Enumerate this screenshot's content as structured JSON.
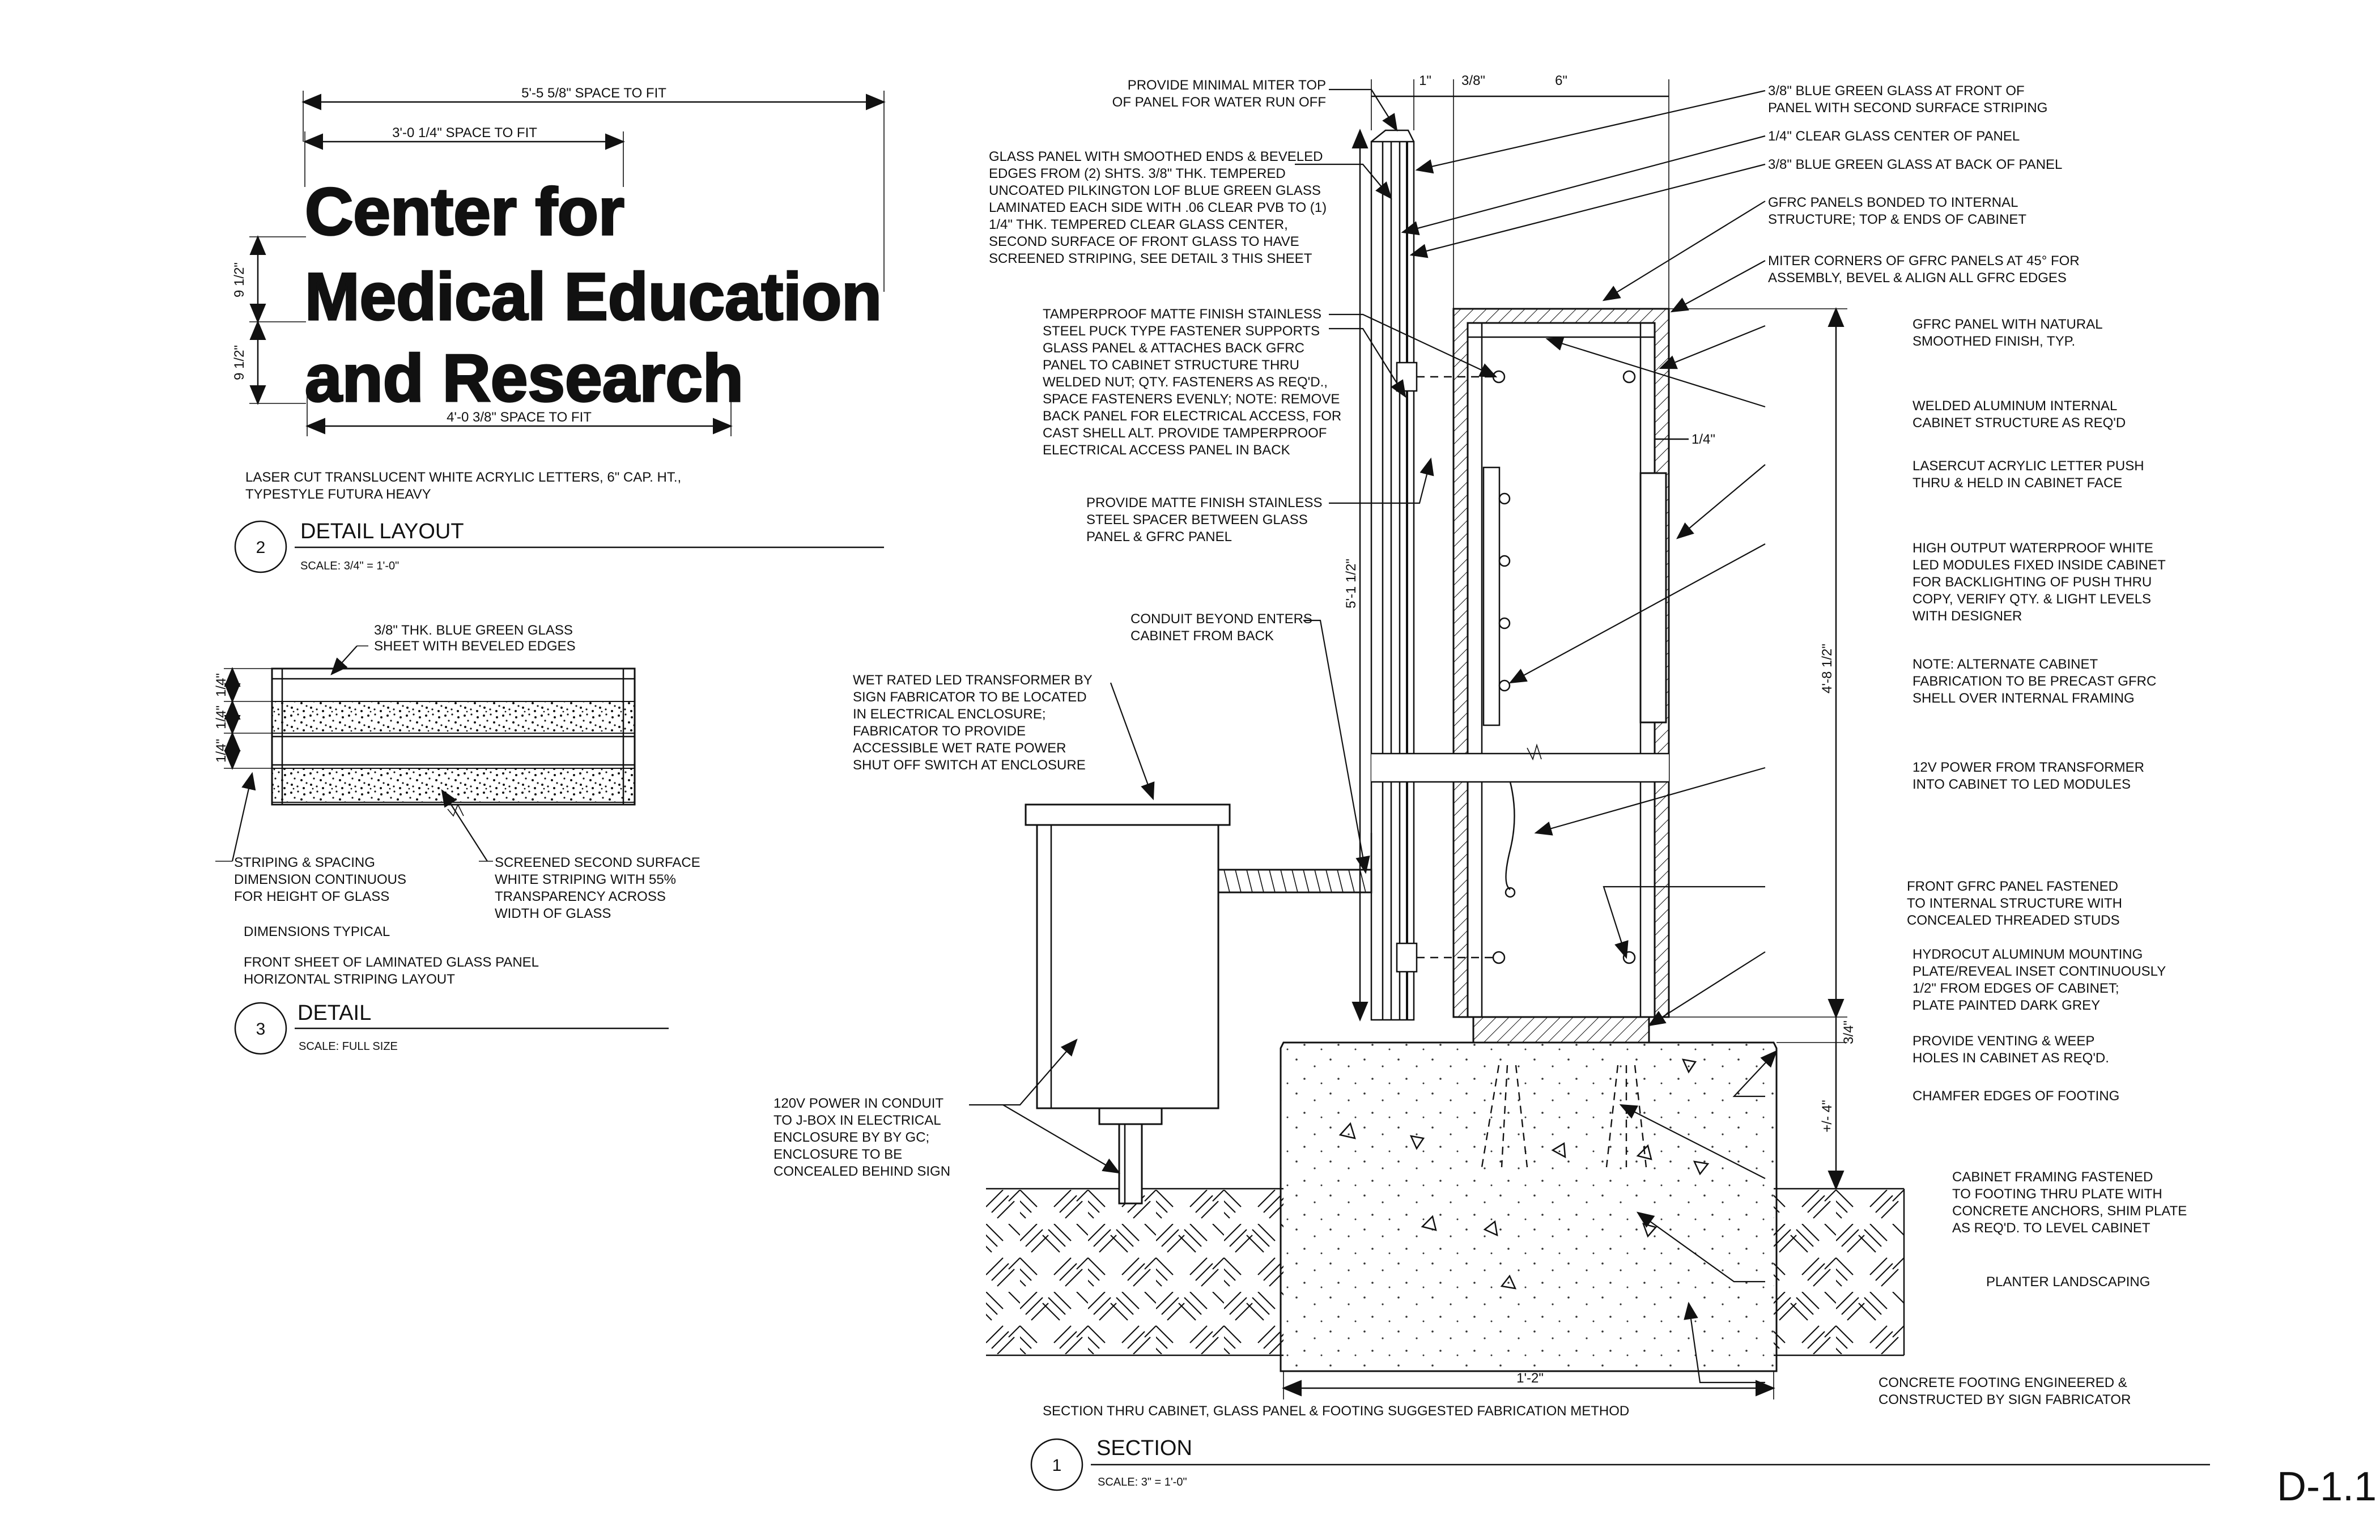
{
  "sheet_id": "D-1.1",
  "detail2": {
    "big_lines": [
      "Center for",
      "Medical Education",
      "and Research"
    ],
    "dims": {
      "overall": "5'-5 5/8\" SPACE TO FIT",
      "line1": "3'-0 1/4\" SPACE TO FIT",
      "line3": "4'-0 3/8\" SPACE TO FIT",
      "v1": "9 1/2\"",
      "v2": "9 1/2\""
    },
    "note_lines": [
      "LASER CUT TRANSLUCENT WHITE ACRYLIC LETTERS, 6\"  CAP. HT.,",
      "TYPESTYLE FUTURA HEAVY"
    ],
    "number": "2",
    "title": "DETAIL LAYOUT",
    "scale": "SCALE: 3/4\" = 1'-0\""
  },
  "detail3": {
    "glass_note": [
      "3/8\" THK. BLUE GREEN GLASS",
      "SHEET WITH BEVELED EDGES"
    ],
    "dims": [
      "1/4\"",
      "1/4\"",
      "1/4\""
    ],
    "striping_note": [
      "STRIPING & SPACING",
      "DIMENSION CONTINUOUS",
      "FOR HEIGHT OF GLASS"
    ],
    "screened_note": [
      "SCREENED SECOND SURFACE",
      "WHITE STRIPING WITH 55%",
      "TRANSPARENCY ACROSS",
      "WIDTH OF GLASS"
    ],
    "typical": "DIMENSIONS TYPICAL",
    "layout_note": [
      "FRONT SHEET OF LAMINATED GLASS PANEL",
      "HORIZONTAL STRIPING LAYOUT"
    ],
    "number": "3",
    "title": "DETAIL",
    "scale": "SCALE: FULL SIZE"
  },
  "detail1": {
    "number": "1",
    "title": "SECTION",
    "scale": "SCALE: 3\" = 1'-0\"",
    "caption": "SECTION THRU CABINET, GLASS PANEL & FOOTING    SUGGESTED FABRICATION METHOD",
    "dims": {
      "d1": "1\"",
      "d38": "3/8\"",
      "d6": "6\"",
      "d514": "1/4\"",
      "h51": "5'-1 1/2\"",
      "h48": "4'-8 1/2\"",
      "h34": "3/4\"",
      "h4": "+/- 4\"",
      "w12": "1'-2\""
    },
    "left_notes": {
      "miter": [
        "PROVIDE MINIMAL MITER TOP",
        "OF PANEL FOR WATER RUN OFF"
      ],
      "glass_panel": [
        "GLASS PANEL WITH SMOOTHED ENDS & BEVELED",
        "EDGES FROM (2) SHTS. 3/8\" THK. TEMPERED",
        "UNCOATED PILKINGTON LOF BLUE GREEN GLASS",
        "LAMINATED EACH SIDE WITH .06 CLEAR PVB TO (1)",
        "1/4\" THK. TEMPERED CLEAR GLASS CENTER,",
        "SECOND SURFACE OF FRONT GLASS TO HAVE",
        "SCREENED STRIPING, SEE DETAIL 3 THIS SHEET"
      ],
      "fastener": [
        "TAMPERPROOF MATTE FINISH STAINLESS",
        "STEEL PUCK TYPE FASTENER SUPPORTS",
        "GLASS PANEL & ATTACHES BACK GFRC",
        "PANEL TO CABINET STRUCTURE THRU",
        "WELDED NUT; QTY. FASTENERS AS REQ'D.,",
        "SPACE FASTENERS EVENLY; NOTE: REMOVE",
        "BACK PANEL FOR ELECTRICAL ACCESS, FOR",
        "CAST SHELL ALT. PROVIDE TAMPERPROOF",
        "ELECTRICAL ACCESS PANEL IN BACK"
      ],
      "spacer": [
        "PROVIDE MATTE FINISH STAINLESS",
        "STEEL SPACER BETWEEN GLASS",
        "PANEL & GFRC PANEL"
      ],
      "conduit": [
        "CONDUIT BEYOND ENTERS",
        "CABINET FROM BACK"
      ],
      "transformer": [
        "WET RATED LED TRANSFORMER BY",
        "SIGN FABRICATOR TO BE LOCATED",
        "IN ELECTRICAL ENCLOSURE;",
        "FABRICATOR TO PROVIDE",
        "ACCESSIBLE WET RATE POWER",
        "SHUT OFF SWITCH AT ENCLOSURE"
      ],
      "power120": [
        "120V POWER IN CONDUIT",
        "TO J-BOX IN ELECTRICAL",
        "ENCLOSURE BY BY GC;",
        "ENCLOSURE TO BE",
        "CONCEALED BEHIND SIGN"
      ]
    },
    "right_notes": {
      "front_glass": [
        "3/8\" BLUE GREEN GLASS AT FRONT OF",
        "PANEL WITH SECOND SURFACE STRIPING"
      ],
      "clear_glass": [
        "1/4\" CLEAR GLASS CENTER OF PANEL"
      ],
      "back_glass": [
        "3/8\" BLUE GREEN GLASS AT BACK OF PANEL"
      ],
      "gfrc_bonded": [
        "GFRC PANELS BONDED TO INTERNAL",
        "STRUCTURE; TOP & ENDS OF CABINET"
      ],
      "miter_corners": [
        "MITER CORNERS OF GFRC PANELS AT 45° FOR",
        "ASSEMBLY, BEVEL & ALIGN ALL GFRC EDGES"
      ],
      "gfrc_finish": [
        "GFRC PANEL WITH NATURAL",
        "SMOOTHED FINISH, TYP."
      ],
      "welded": [
        "WELDED ALUMINUM INTERNAL",
        "CABINET STRUCTURE AS REQ'D"
      ],
      "lasercut": [
        "LASERCUT ACRYLIC LETTER PUSH",
        "THRU & HELD IN CABINET FACE"
      ],
      "led": [
        "HIGH OUTPUT WATERPROOF WHITE",
        "LED MODULES FIXED INSIDE CABINET",
        "FOR BACKLIGHTING OF PUSH THRU",
        "COPY, VERIFY QTY. & LIGHT LEVELS",
        "WITH DESIGNER"
      ],
      "alternate": [
        "NOTE: ALTERNATE CABINET",
        "FABRICATION TO BE PRECAST GFRC",
        "SHELL OVER INTERNAL FRAMING"
      ],
      "power12": [
        "12V POWER FROM TRANSFORMER",
        "INTO CABINET TO LED MODULES"
      ],
      "front_gfrc": [
        "FRONT GFRC PANEL FASTENED",
        "TO INTERNAL STRUCTURE WITH",
        "CONCEALED THREADED STUDS"
      ],
      "hydrocut": [
        "HYDROCUT ALUMINUM MOUNTING",
        "PLATE/REVEAL INSET CONTINUOUSLY",
        "1/2\" FROM EDGES OF CABINET;",
        "PLATE PAINTED DARK GREY"
      ],
      "venting": [
        "PROVIDE VENTING & WEEP",
        "HOLES IN CABINET AS REQ'D."
      ],
      "chamfer": [
        "CHAMFER EDGES OF FOOTING"
      ],
      "framing": [
        "CABINET FRAMING FASTENED",
        "TO FOOTING THRU PLATE WITH",
        "CONCRETE ANCHORS, SHIM PLATE",
        "AS REQ'D. TO LEVEL CABINET"
      ],
      "planter": [
        "PLANTER LANDSCAPING"
      ],
      "concrete": [
        "CONCRETE FOOTING ENGINEERED &",
        "CONSTRUCTED BY SIGN FABRICATOR"
      ]
    }
  }
}
